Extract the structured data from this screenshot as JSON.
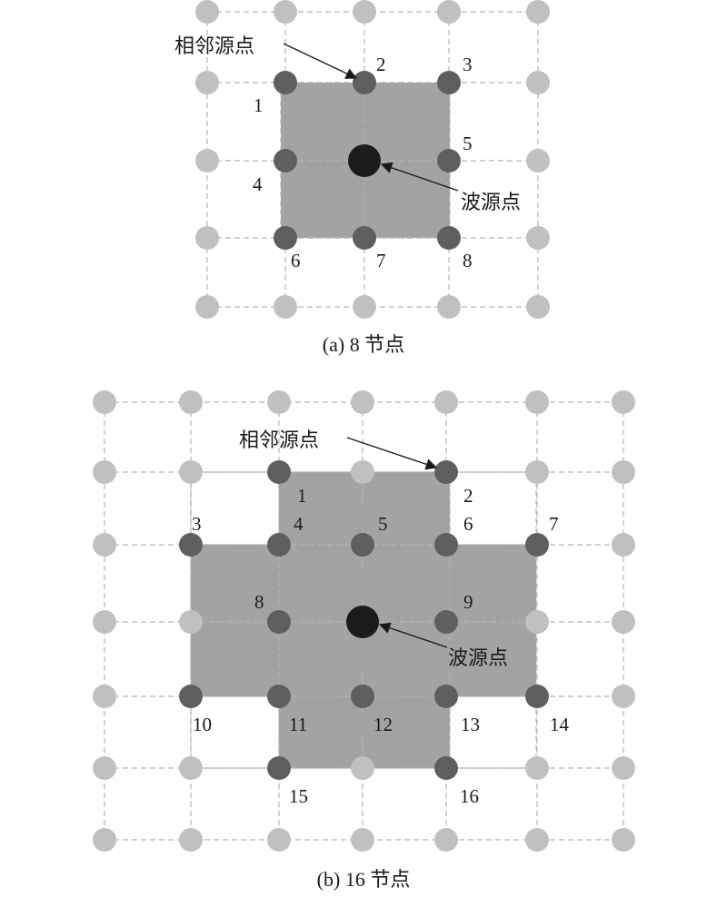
{
  "diagram_a": {
    "caption": "(a) 8 节点",
    "adjacent_label": "相邻源点",
    "source_label": "波源点",
    "node_labels": [
      "1",
      "2",
      "3",
      "4",
      "5",
      "6",
      "7",
      "8"
    ]
  },
  "diagram_b": {
    "caption": "(b) 16 节点",
    "adjacent_label": "相邻源点",
    "source_label": "波源点",
    "node_labels": [
      "1",
      "2",
      "3",
      "4",
      "5",
      "6",
      "7",
      "8",
      "9",
      "10",
      "11",
      "12",
      "13",
      "14",
      "15",
      "16"
    ]
  },
  "colors": {
    "grid_node": "#c0c0c0",
    "neighbor_node": "#5f5f5f",
    "source_node": "#1c1c1c",
    "region": "#a3a3a3",
    "grid_line": "#b3b3b3"
  }
}
